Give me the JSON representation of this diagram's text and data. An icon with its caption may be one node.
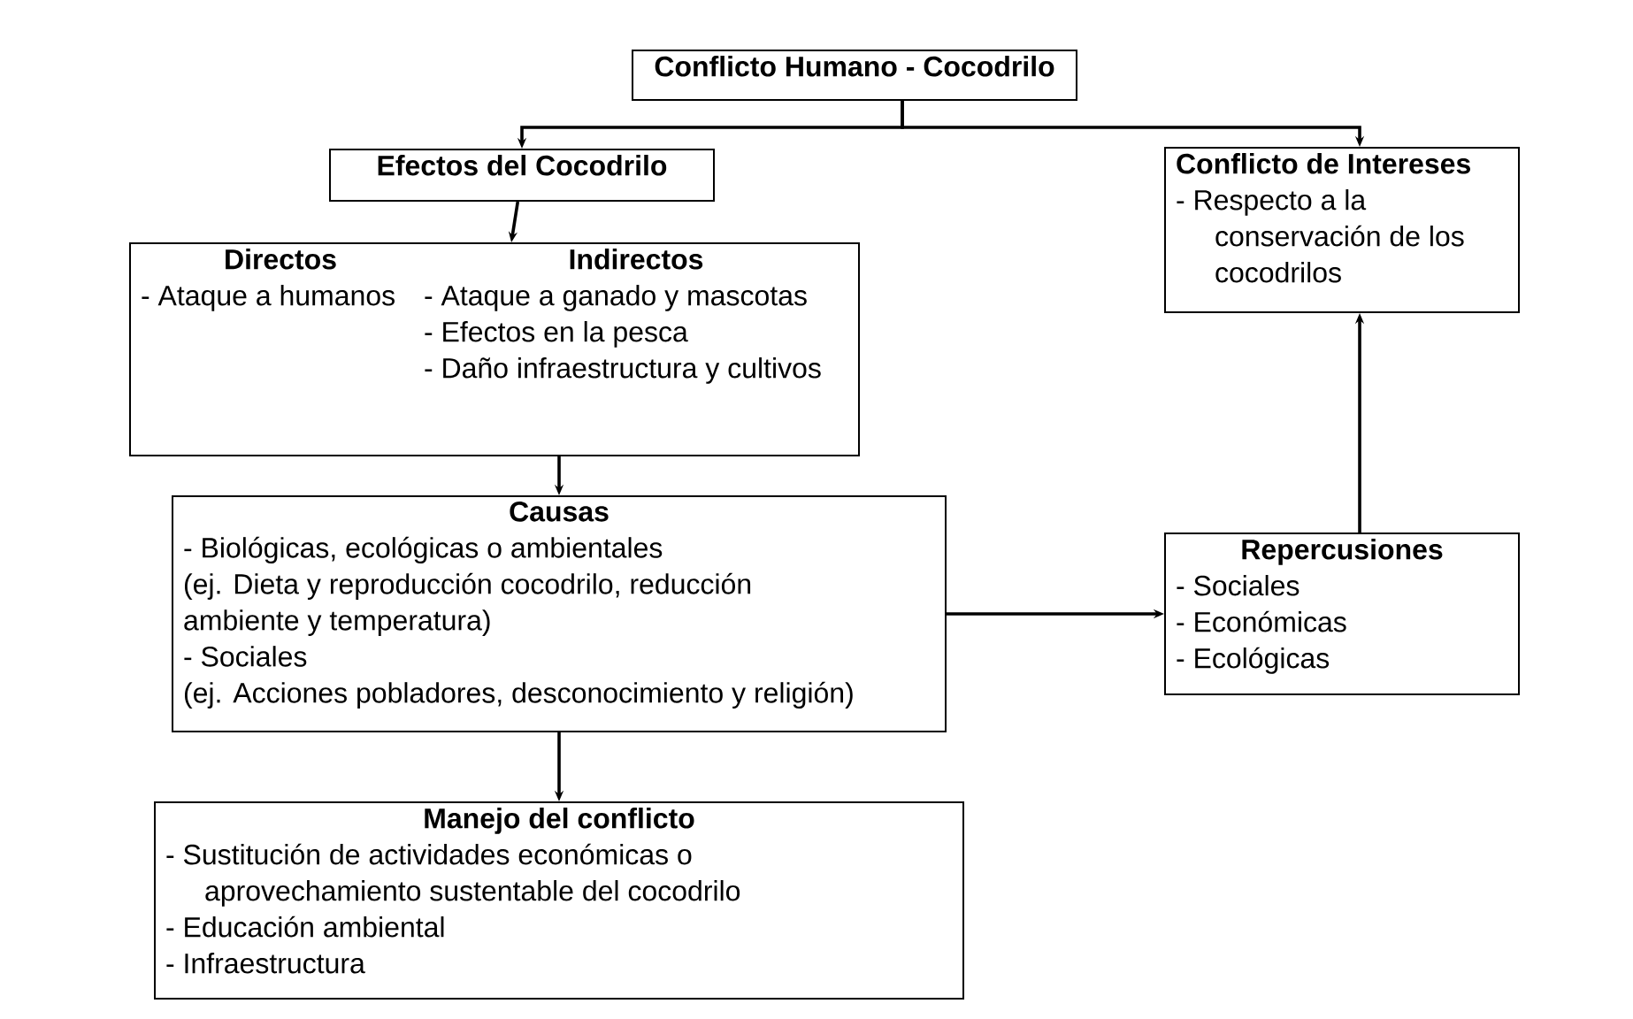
{
  "diagram": {
    "nodes": [
      {
        "text": [
          "Conflicto Humano - Cocodrilo"
        ]
      },
      {
        "text": [
          "Efectos del Cocodrilo"
        ]
      },
      {
        "text": [
          "Conflicto de Intereses",
          "- Respecto a la conservación de los cocodrilos"
        ]
      },
      {
        "text": [
          "Directos",
          "- Ataque a humanos",
          "Indirectos",
          "- Ataque a ganado y mascotas",
          "- Efectos en la pesca",
          "- Daño infraestructura y cultivos"
        ]
      },
      {
        "text": [
          "Causas",
          "- Biológicas, ecológicas o ambientales",
          "(ej. Dieta y reproducción cocodrilo, reducción ambiente y temperatura)",
          "- Sociales",
          "(ej. Acciones pobladores, desconocimiento y religión)"
        ]
      },
      {
        "text": [
          "Repercusiones",
          "- Sociales",
          "- Económicas",
          "- Ecológicas"
        ]
      },
      {
        "text": [
          "Manejo del conflicto",
          "- Sustitución de actividades económicas o aprovechamiento sustentable del cocodrilo",
          "- Educación ambiental",
          "- Infraestructura"
        ]
      }
    ],
    "edges": [
      {
        "from": 0,
        "to": 1,
        "arrow": "to"
      },
      {
        "from": 0,
        "to": 2,
        "arrow": "to"
      },
      {
        "from": 1,
        "to": 3,
        "arrow": "to"
      },
      {
        "from": 3,
        "to": 4,
        "arrow": "to"
      },
      {
        "from": 4,
        "to": 6,
        "arrow": "to"
      },
      {
        "from": 4,
        "to": 5,
        "arrow": "to"
      },
      {
        "from": 5,
        "to": 2,
        "arrow": "to"
      }
    ]
  }
}
